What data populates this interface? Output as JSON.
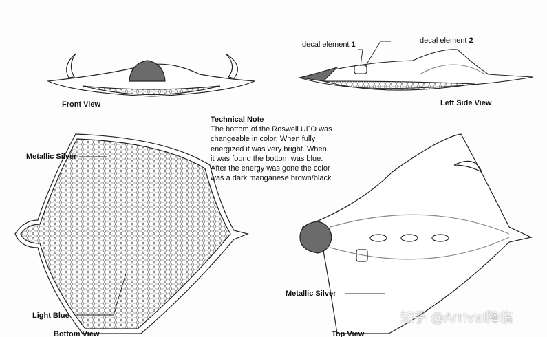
{
  "views": {
    "front": "Front View",
    "left_side": "Left Side View",
    "bottom": "Bottom View",
    "top": "Top View"
  },
  "callouts": {
    "decal1_prefix": "decal element ",
    "decal1_num": "1",
    "decal2_prefix": "decal element ",
    "decal2_num": "2",
    "metallic_silver_bottom": "Metallic Silver",
    "light_blue": "Light Blue",
    "metallic_silver_top": "Metallic Silver"
  },
  "technical_note": {
    "title": "Technical Note",
    "lines": [
      "The bottom of the Roswell UFO was",
      "changeable in color.  When fully",
      "energized it was very bright.  When",
      "it was found the bottom was blue.",
      "After the energy was gone the color",
      "was a dark manganese brown/black."
    ]
  },
  "watermark": "知乎 @Arrival降临",
  "colors": {
    "line": "#222222",
    "shade": "#6b6b6b"
  }
}
